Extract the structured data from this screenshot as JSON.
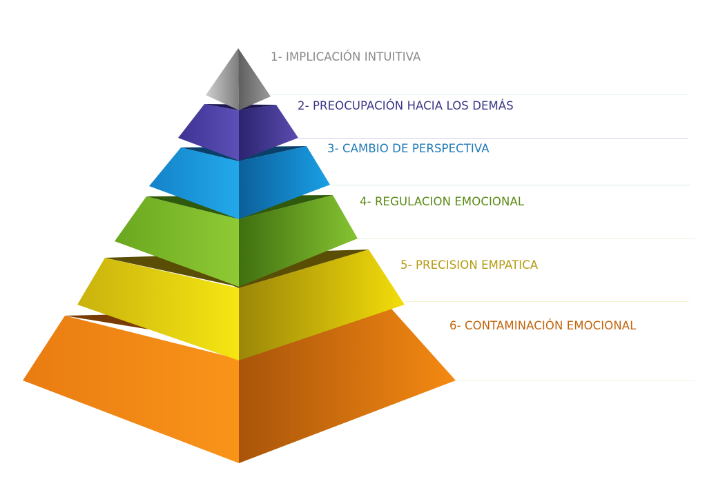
{
  "pyramid": {
    "levels": [
      {
        "label": "1- IMPLICACIÓN INTUITIVA",
        "color": "#8a8a8a",
        "face_color": "#a9a9a9"
      },
      {
        "label": "2- PREOCUPACIÓN HACIA LOS DEMÁS",
        "color": "#3a3585",
        "face_color": "#4b3f9c"
      },
      {
        "label": "3- CAMBIO DE PERSPECTIVA",
        "color": "#1f7ab5",
        "face_color": "#1b97dd"
      },
      {
        "label": "4- REGULACION EMOCIONAL",
        "color": "#5a8a14",
        "face_color": "#7dbb2a"
      },
      {
        "label": "5- PRECISION EMPATICA",
        "color": "#b59a12",
        "face_color": "#ecd60c"
      },
      {
        "label": "6- CONTAMINACIÓN EMOCIONAL",
        "color": "#c1650e",
        "face_color": "#f08a14"
      }
    ]
  }
}
